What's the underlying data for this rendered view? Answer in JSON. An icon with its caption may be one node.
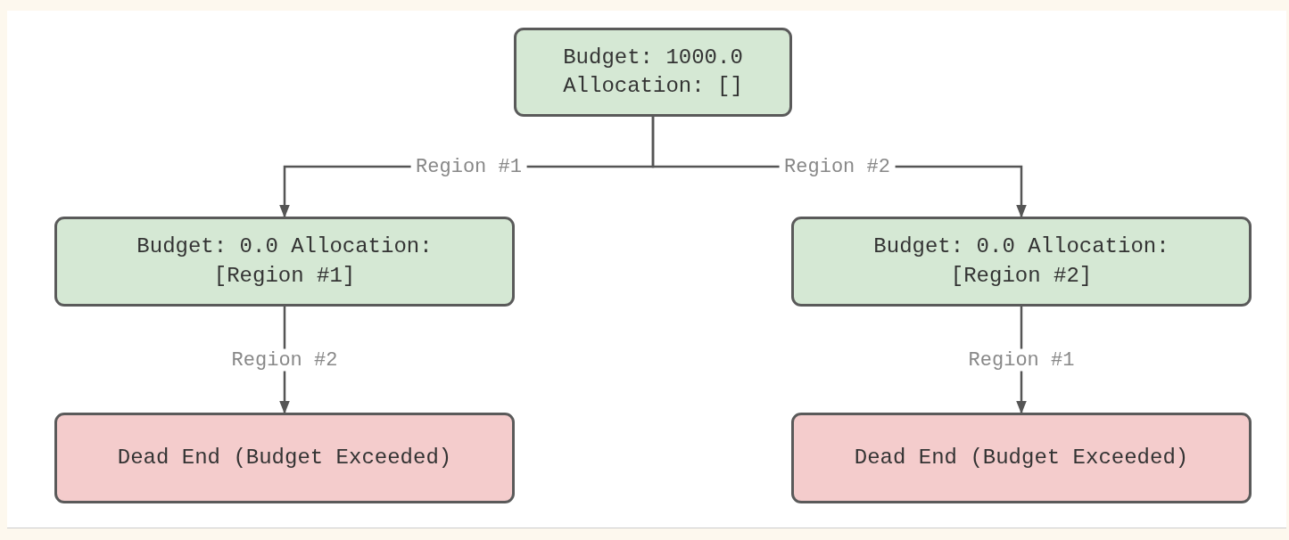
{
  "diagram": {
    "nodes": [
      {
        "text": [
          "Budget: 1000.0 Allocation: []"
        ]
      },
      {
        "text": [
          "Budget: 0.0 Allocation: [Region #1]"
        ]
      },
      {
        "text": [
          "Budget: 0.0 Allocation: [Region #2]"
        ]
      },
      {
        "text": [
          "Dead End (Budget Exceeded)"
        ]
      },
      {
        "text": [
          "Dead End (Budget Exceeded)"
        ]
      }
    ],
    "edges": [
      {
        "from": 0,
        "to": 1,
        "arrow": "to",
        "label": "Region #1"
      },
      {
        "from": 0,
        "to": 2,
        "arrow": "to",
        "label": "Region #2"
      },
      {
        "from": 1,
        "to": 3,
        "arrow": "to",
        "label": "Region #2"
      },
      {
        "from": 2,
        "to": 4,
        "arrow": "to",
        "label": "Region #1"
      }
    ]
  }
}
